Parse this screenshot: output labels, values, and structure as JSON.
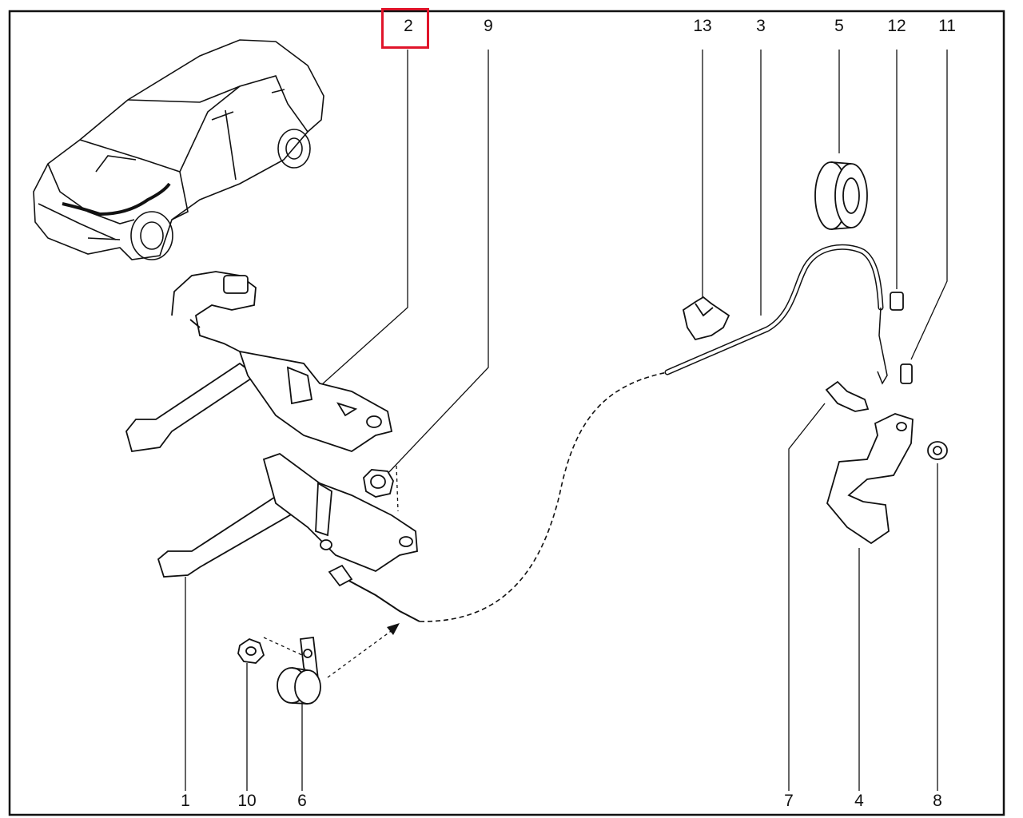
{
  "diagram": {
    "callouts": [
      {
        "id": "c2",
        "label": "2"
      },
      {
        "id": "c9",
        "label": "9"
      },
      {
        "id": "c13",
        "label": "13"
      },
      {
        "id": "c3",
        "label": "3"
      },
      {
        "id": "c5",
        "label": "5"
      },
      {
        "id": "c12",
        "label": "12"
      },
      {
        "id": "c11",
        "label": "11"
      },
      {
        "id": "c1",
        "label": "1"
      },
      {
        "id": "c10",
        "label": "10"
      },
      {
        "id": "c6",
        "label": "6"
      },
      {
        "id": "c7",
        "label": "7"
      },
      {
        "id": "c4",
        "label": "4"
      },
      {
        "id": "c8",
        "label": "8"
      }
    ],
    "highlighted_callout": "2",
    "colors": {
      "line": "#111111",
      "highlight": "#e0142a",
      "background": "#ffffff"
    }
  }
}
